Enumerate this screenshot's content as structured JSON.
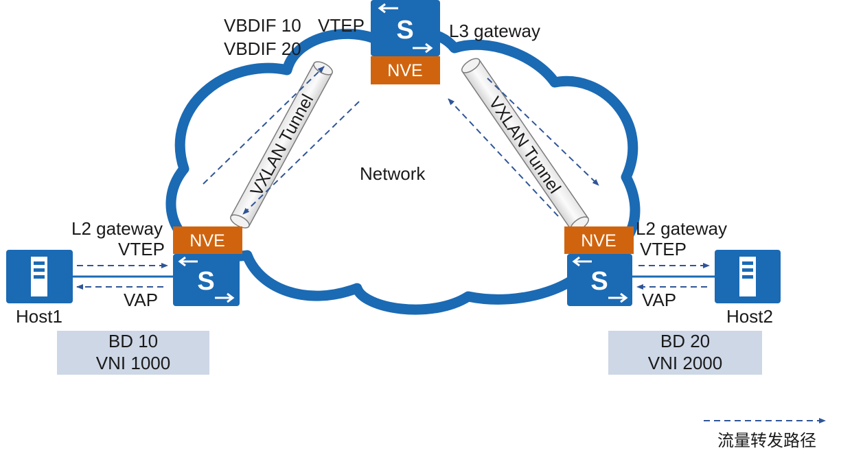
{
  "network_label": "Network",
  "colors": {
    "switch_blue": "#1b6ab4",
    "cloud_border": "#1b6ab4",
    "nve_orange": "#d0640e",
    "bd_box": "#cdd7e6",
    "flow_arrow": "#2f5597"
  },
  "l3_switch": {
    "icon": "switch-icon",
    "letter": "S",
    "nve_label": "NVE",
    "vbdif_1": "VBDIF 10",
    "vbdif_2": "VBDIF 20",
    "vtep_label": "VTEP",
    "role_label": "L3 gateway"
  },
  "left_switch": {
    "icon": "switch-icon",
    "letter": "S",
    "nve_label": "NVE",
    "role_label": "L2 gateway",
    "vtep_label": "VTEP",
    "vap_label": "VAP"
  },
  "right_switch": {
    "icon": "switch-icon",
    "letter": "S",
    "nve_label": "NVE",
    "role_label": "L2 gateway",
    "vtep_label": "VTEP",
    "vap_label": "VAP"
  },
  "tunnels": {
    "left": "VXLAN Tunnel",
    "right": "VXLAN Tunnel"
  },
  "host1": {
    "icon": "server-icon",
    "label": "Host1",
    "bd": "BD 10",
    "vni": "VNI 1000"
  },
  "host2": {
    "icon": "server-icon",
    "label": "Host2",
    "bd": "BD 20",
    "vni": "VNI 2000"
  },
  "legend": {
    "label": "流量转发路径"
  }
}
